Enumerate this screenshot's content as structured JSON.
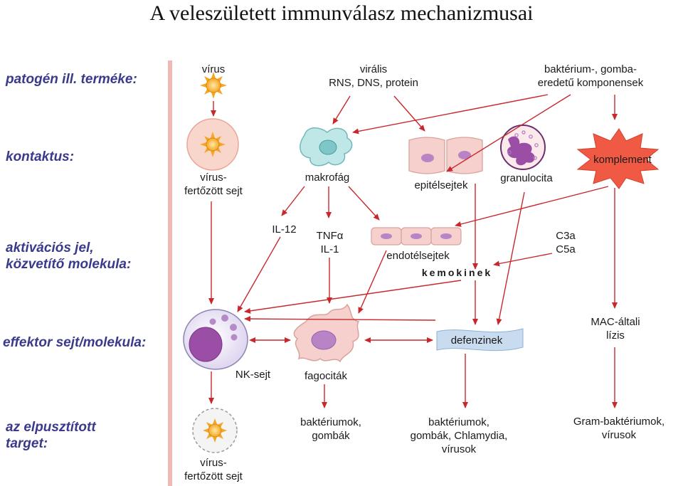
{
  "title": "A veleszületett immunválasz mechanizmusai",
  "row_labels": {
    "pathogen": "patogén ill. terméke:",
    "contact": "kontaktus:",
    "activation_1": "aktivációs jel,",
    "activation_2": "közvetítő molekula:",
    "effector": "effektor sejt/molekula:",
    "target_1": "az elpusztított",
    "target_2": "target:"
  },
  "pathogens": {
    "virus": "vírus",
    "viral_1": "virális",
    "viral_2": "RNS, DNS, protein",
    "bact_1": "baktérium-, gomba-",
    "bact_2": "eredetű komponensek"
  },
  "contact": {
    "infected_1": "vírus-",
    "infected_2": "fertőzött sejt",
    "macrophage": "makrofág",
    "epithelial": "epitélsejtek",
    "granulocyte": "granulocita",
    "complement": "komplement"
  },
  "activation": {
    "il12": "IL-12",
    "tnf": "TNFα",
    "il1": "IL-1",
    "endothelial": "endotélsejtek",
    "chemokines": "kemokinek",
    "c3a": "C3a",
    "c5a": "C5a"
  },
  "effector": {
    "nk": "NK-sejt",
    "phagocytes": "fagociták",
    "defensins": "defenzinek",
    "mac_1": "MAC-általi",
    "mac_2": "lízis"
  },
  "targets": {
    "infected_1": "vírus-",
    "infected_2": "fertőzött sejt",
    "t2_1": "baktériumok,",
    "t2_2": "gombák",
    "t3_1": "baktériumok,",
    "t3_2": "gombák, Chlamydia,",
    "t3_3": "vírusok",
    "t4_1": "Gram-baktériumok,",
    "t4_2": "vírusok"
  },
  "colors": {
    "arrow": "#c8282d",
    "row_label": "#3a3a8c",
    "divider": "#f2b8b4",
    "cell_pink": "#f6d0cc",
    "nucleus_purple": "#9a4ea6",
    "complement": "#f05a45",
    "macrophage": "#bfe7e8",
    "sun": "#f5a623"
  }
}
